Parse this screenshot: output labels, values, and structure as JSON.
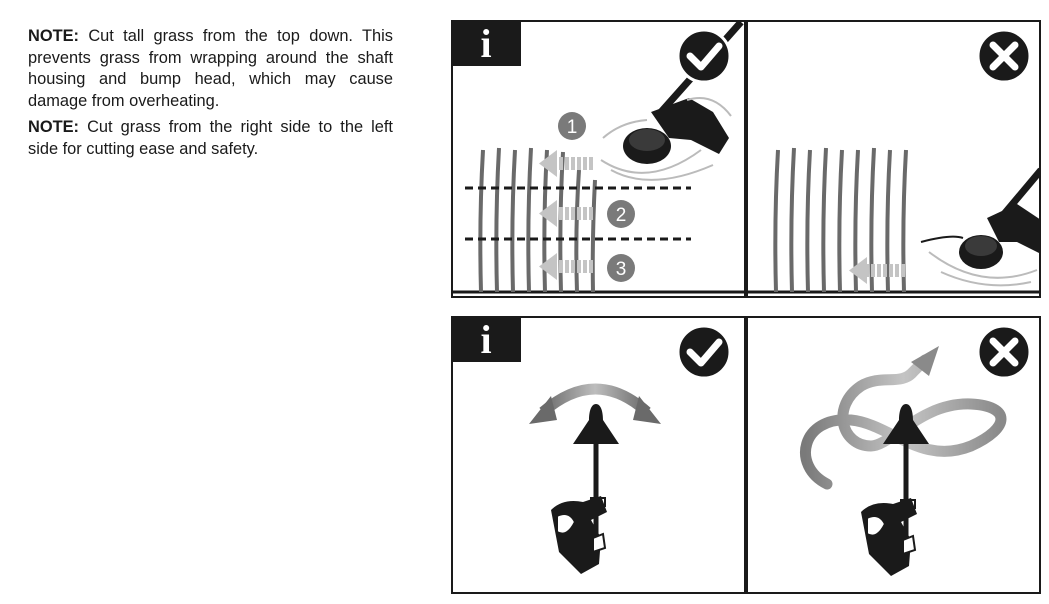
{
  "notes": [
    {
      "label": "NOTE:",
      "text": " Cut tall grass from the top down. This prevents grass from wrapping around the shaft housing and bump head, which may cause damage from overheating."
    },
    {
      "label": "NOTE:",
      "text": " Cut grass from the right side to the left side for cutting ease and safety."
    }
  ],
  "figures": {
    "info_glyph": "i",
    "step_labels": [
      "1",
      "2",
      "3"
    ],
    "icons": {
      "correct": "check-circle-icon",
      "incorrect": "x-circle-icon",
      "info": "info-icon"
    }
  },
  "colors": {
    "ink": "#1a1a1a",
    "arrow_gray": "#bdbdbd",
    "badge_gray": "#7a7a7a",
    "grass_gray": "#6a6a6a"
  }
}
